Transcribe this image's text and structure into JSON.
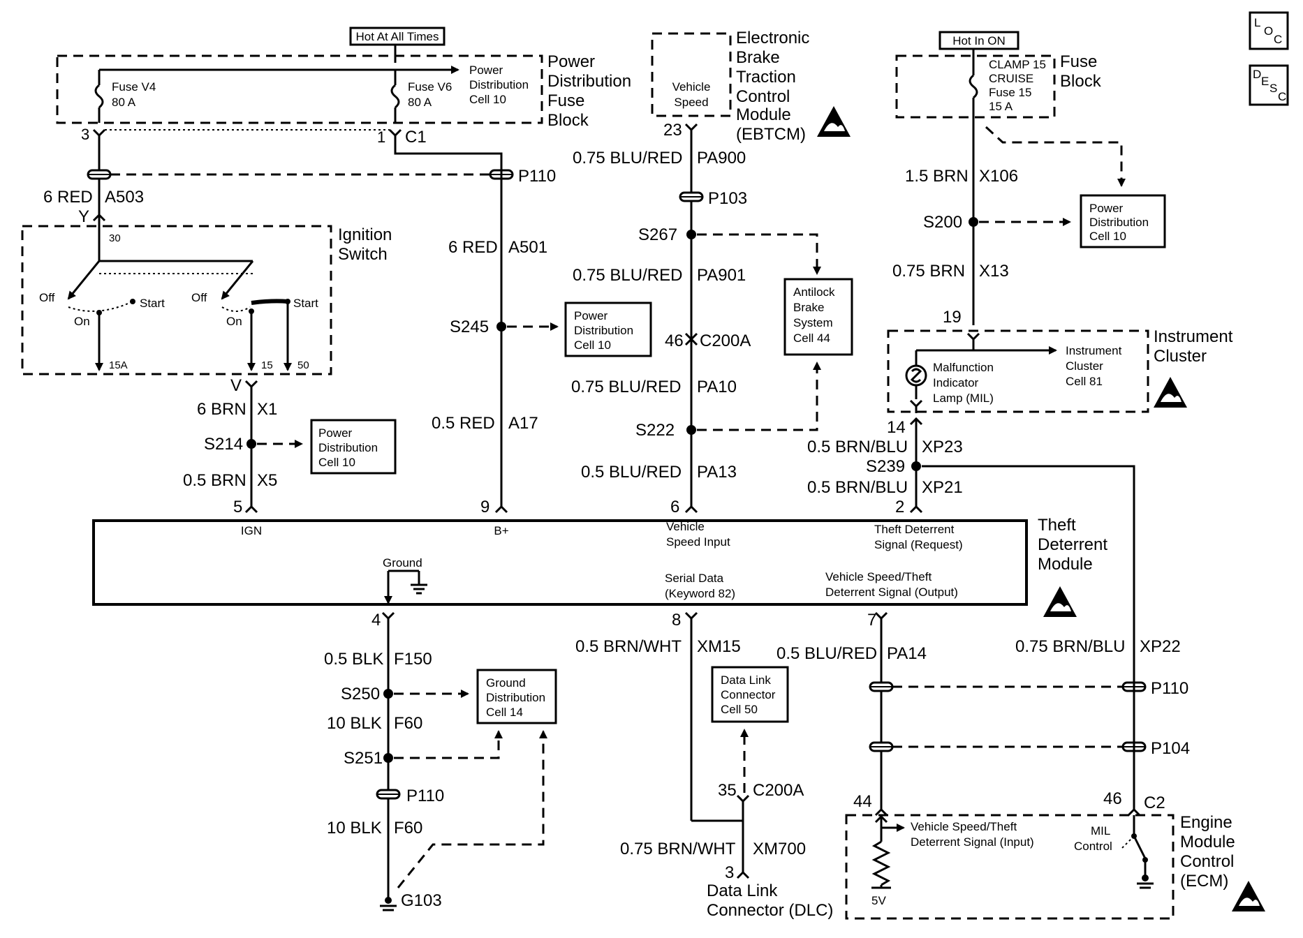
{
  "labels": {
    "hot_all_times": "Hot At All Times",
    "hot_in_on": "Hot In ON",
    "pdfb_title": [
      "Power",
      "Distribution",
      "Fuse",
      "Block"
    ],
    "fuse_v4": [
      "Fuse V4",
      "80 A"
    ],
    "fuse_v6": [
      "Fuse V6",
      "80 A"
    ],
    "pd_cell10_small": [
      "Power",
      "Distribution",
      "Cell 10"
    ],
    "ebtcm_title": [
      "Electronic",
      "Brake",
      "Traction",
      "Control",
      "Module",
      "(EBTCM)"
    ],
    "vehicle_speed": [
      "Vehicle",
      "Speed"
    ],
    "fuse_block_title": [
      "Fuse",
      "Block"
    ],
    "clamp_fuse": [
      "CLAMP 15",
      "CRUISE",
      "Fuse 15",
      "15 A"
    ],
    "ignition_title": [
      "Ignition",
      "Switch"
    ],
    "off": "Off",
    "on": "On",
    "start": "Start",
    "t30": "30",
    "t15a": "15A",
    "t15": "15",
    "t50": "50",
    "c1": "C1",
    "pin_3": "3",
    "pin_1": "1",
    "y_term": "Y",
    "v_term": "V",
    "w_6red_a503": "6 RED",
    "c_a503": "A503",
    "p110": "P110",
    "w_6red_a501": "6 RED",
    "c_a501": "A501",
    "s245": "S245",
    "pd_cell10": [
      "Power",
      "Distribution",
      "Cell 10"
    ],
    "w_05red": "0.5 RED",
    "c_a17": "A17",
    "w_6brn": "6 BRN",
    "c_x1": "X1",
    "s214": "S214",
    "w_05brn": "0.5 BRN",
    "c_x5": "X5",
    "pin_5": "5",
    "pin_9": "9",
    "pin_23": "23",
    "w_075blured_pa900": "0.75 BLU/RED",
    "c_pa900": "PA900",
    "p103": "P103",
    "s267": "S267",
    "w_075blured_pa901": "0.75 BLU/RED",
    "c_pa901": "PA901",
    "pin_46": "46",
    "c200a": "C200A",
    "w_075blured_pa10": "0.75 BLU/RED",
    "c_pa10": "PA10",
    "s222": "S222",
    "w_05blured_pa13": "0.5 BLU/RED",
    "c_pa13": "PA13",
    "pin_6": "6",
    "abs": [
      "Antilock",
      "Brake",
      "System",
      "Cell 44"
    ],
    "w_15brn": "1.5 BRN",
    "c_x106": "X106",
    "s200": "S200",
    "w_075brn": "0.75 BRN",
    "c_x13": "X13",
    "pin_19": "19",
    "ic_title": [
      "Instrument",
      "Cluster"
    ],
    "mil": [
      "Malfunction",
      "Indicator",
      "Lamp (MIL)"
    ],
    "ic_cell81": [
      "Instrument",
      "Cluster",
      "Cell 81"
    ],
    "pin_14": "14",
    "w_05brnblu_xp23": "0.5 BRN/BLU",
    "c_xp23": "XP23",
    "s239": "S239",
    "w_05brnblu_xp21": "0.5 BRN/BLU",
    "c_xp21": "XP21",
    "pin_2": "2",
    "tdm_title": [
      "Theft",
      "Deterrent",
      "Module"
    ],
    "ign": "IGN",
    "bplus": "B+",
    "vs_input": [
      "Vehicle",
      "Speed Input"
    ],
    "td_request": [
      "Theft  Deterrent",
      "Signal (Request)"
    ],
    "ground": "Ground",
    "serial": [
      "Serial Data",
      "(Keyword 82)"
    ],
    "vs_output": [
      "Vehicle Speed/Theft",
      "Deterrent Signal (Output)"
    ],
    "pin_4": "4",
    "pin_8": "8",
    "pin_7": "7",
    "w_05blk": "0.5 BLK",
    "c_f150": "F150",
    "s250": "S250",
    "gd_cell14": [
      "Ground",
      "Distribution",
      "Cell 14"
    ],
    "w_10blk_1": "10 BLK",
    "c_f60_1": "F60",
    "s251": "S251",
    "p110b": "P110",
    "w_10blk_2": "10 BLK",
    "c_f60_2": "F60",
    "g103": "G103",
    "w_05brnwht": "0.5 BRN/WHT",
    "c_xm15": "XM15",
    "dlc_cell50": [
      "Data Link",
      "Connector",
      "Cell 50"
    ],
    "pin_35": "35",
    "c200a_b": "C200A",
    "w_075brnwht": "0.75 BRN/WHT",
    "c_xm700": "XM700",
    "pin_3b": "3",
    "dlc_title": [
      "Data Link",
      "Connector  (DLC)"
    ],
    "w_05blured_pa14": "0.5 BLU/RED",
    "c_pa14": "PA14",
    "w_075brnblu_xp22": "0.75 BRN/BLU",
    "c_xp22": "XP22",
    "p110c": "P110",
    "p104": "P104",
    "pin_44": "44",
    "pin_46b": "46",
    "c2": "C2",
    "ecm_title": [
      "Engine",
      "Module",
      "Control",
      "(ECM)"
    ],
    "vs_input_ecm": [
      "Vehicle Speed/Theft",
      "Deterrent Signal (Input)"
    ],
    "mil_control": [
      "MIL",
      "Control"
    ],
    "v5": "5V",
    "loc_letters": [
      "L",
      "O",
      "C"
    ],
    "desc_letters": [
      "D",
      "E",
      "S",
      "C"
    ]
  }
}
